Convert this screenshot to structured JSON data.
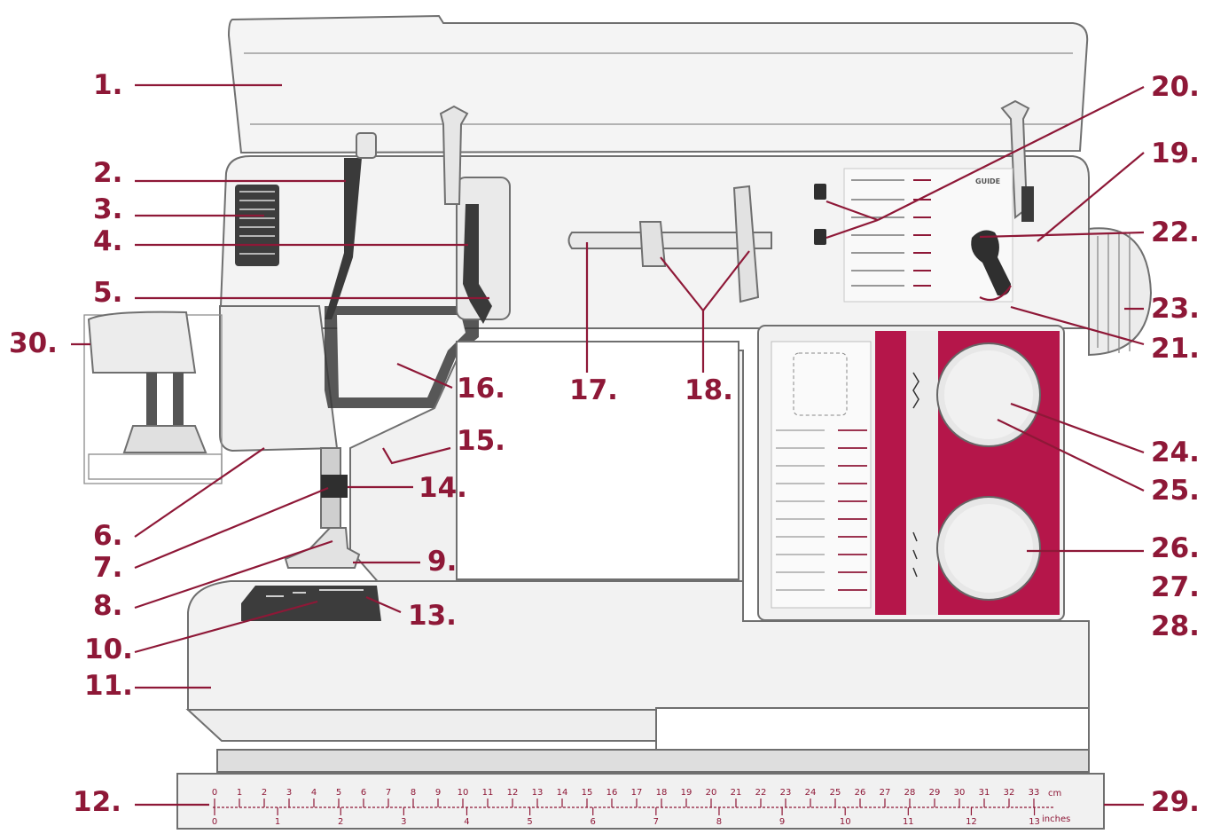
{
  "labels": [
    {
      "id": "1",
      "text": "1."
    },
    {
      "id": "2",
      "text": "2."
    },
    {
      "id": "3",
      "text": "3."
    },
    {
      "id": "4",
      "text": "4."
    },
    {
      "id": "5",
      "text": "5."
    },
    {
      "id": "6",
      "text": "6."
    },
    {
      "id": "7",
      "text": "7."
    },
    {
      "id": "8",
      "text": "8."
    },
    {
      "id": "9",
      "text": "9."
    },
    {
      "id": "10",
      "text": "10."
    },
    {
      "id": "11",
      "text": "11."
    },
    {
      "id": "12",
      "text": "12."
    },
    {
      "id": "13",
      "text": "13."
    },
    {
      "id": "14",
      "text": "14."
    },
    {
      "id": "15",
      "text": "15."
    },
    {
      "id": "16",
      "text": "16."
    },
    {
      "id": "17",
      "text": "17."
    },
    {
      "id": "18",
      "text": "18."
    },
    {
      "id": "19",
      "text": "19."
    },
    {
      "id": "20",
      "text": "20."
    },
    {
      "id": "21",
      "text": "21."
    },
    {
      "id": "22",
      "text": "22."
    },
    {
      "id": "23",
      "text": "23."
    },
    {
      "id": "24",
      "text": "24."
    },
    {
      "id": "25",
      "text": "25."
    },
    {
      "id": "26",
      "text": "26."
    },
    {
      "id": "27",
      "text": "27."
    },
    {
      "id": "28",
      "text": "28."
    },
    {
      "id": "29",
      "text": "29."
    },
    {
      "id": "30",
      "text": "30."
    }
  ],
  "stitch_guide": {
    "title": "GUIDE"
  },
  "ruler": {
    "cm_unit": "cm",
    "inch_unit": "inches",
    "cm_ticks": [
      "0",
      "1",
      "2",
      "3",
      "4",
      "5",
      "6",
      "7",
      "8",
      "9",
      "10",
      "11",
      "12",
      "13",
      "14",
      "15",
      "16",
      "17",
      "18",
      "19",
      "20",
      "21",
      "22",
      "23",
      "24",
      "25",
      "26",
      "27",
      "28",
      "29",
      "30",
      "31",
      "32",
      "33"
    ],
    "inch_ticks": [
      "0",
      "1",
      "2",
      "3",
      "4",
      "5",
      "6",
      "7",
      "8",
      "9",
      "10",
      "11",
      "12",
      "13"
    ]
  },
  "colors": {
    "accent": "#8e1837",
    "body": "#f2f2f2",
    "outline": "#6f6f6f",
    "panel": "#b5164a"
  }
}
